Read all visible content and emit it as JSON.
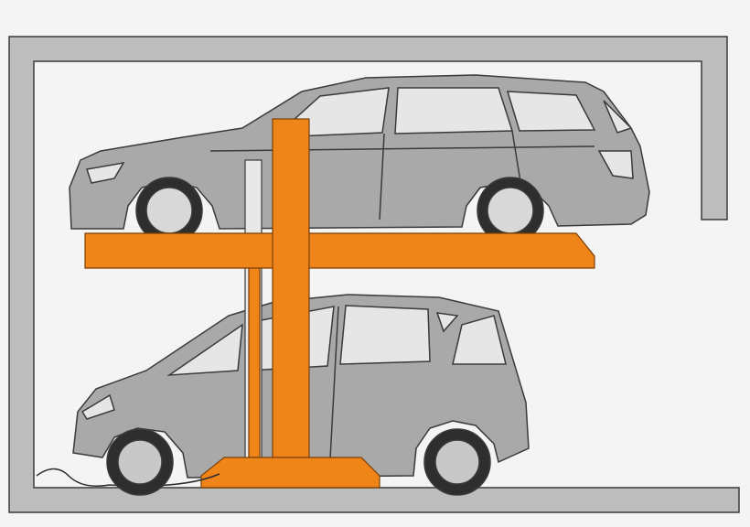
{
  "colors": {
    "background": "#f4f4f4",
    "wall": "#bdbdbd",
    "outline": "#3a3a3a",
    "lift": "#ef8419",
    "car_body": "#a9a9a9",
    "window": "#e6e6e6",
    "tire": "#2e2e2e"
  },
  "scene": {
    "upper_car": "station-wagon",
    "lower_car": "compact-hatchback",
    "lift_type": "single-post parking lift"
  }
}
